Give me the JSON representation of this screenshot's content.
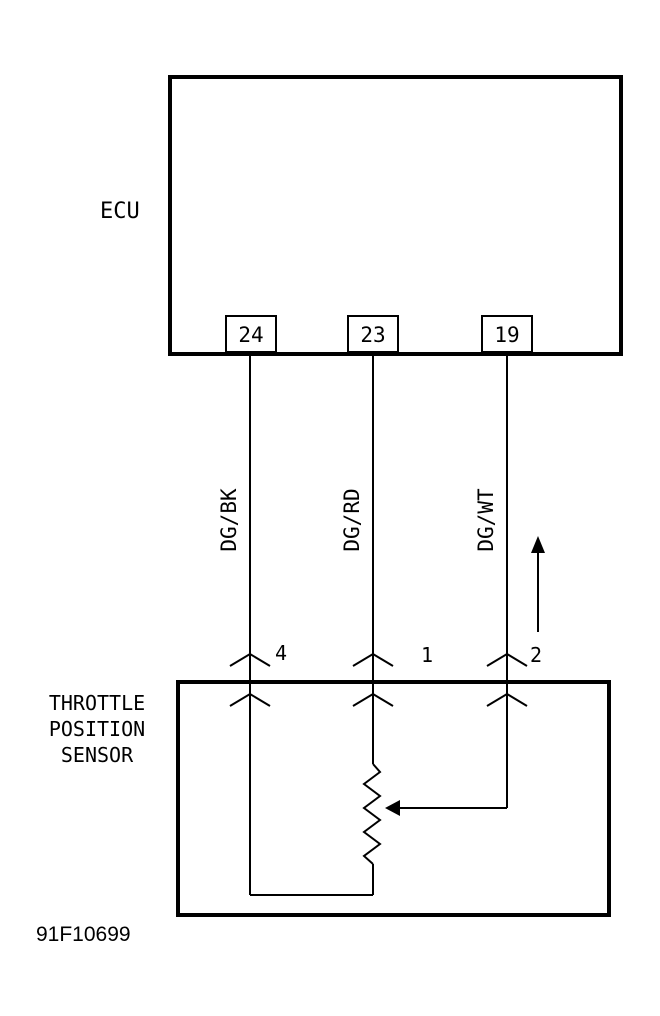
{
  "ecu": {
    "label": "ECU",
    "pins": [
      "24",
      "23",
      "19"
    ]
  },
  "sensor": {
    "label_lines": [
      "THROTTLE",
      "POSITION",
      "SENSOR"
    ]
  },
  "wires": [
    {
      "color": "DG/BK",
      "ecu_pin": "24",
      "sensor_pin": "4"
    },
    {
      "color": "DG/RD",
      "ecu_pin": "23",
      "sensor_pin": "1"
    },
    {
      "color": "DG/WT",
      "ecu_pin": "19",
      "sensor_pin": "2"
    }
  ],
  "figure_id": "91F10699"
}
